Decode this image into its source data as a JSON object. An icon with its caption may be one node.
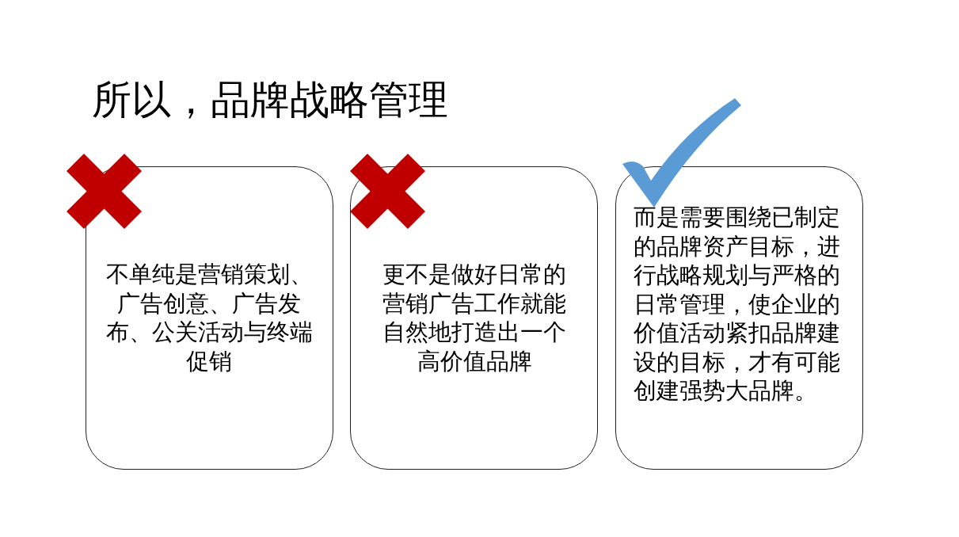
{
  "diagram": {
    "title": "所以，品牌战略管理",
    "nodes": [
      {
        "text": [
          "不单纯是营销策划、广告创意、广告发布、公关活动与终端促销"
        ]
      },
      {
        "text": [
          "更不是做好日常的营销广告工作就能自然地打造出一个高价值品牌"
        ]
      },
      {
        "text": [
          "而是需要围绕已制定的品牌资产目标，进行战略规划与严格的日常管理，使企业的价值活动紧扣品牌建设的目标，才有可能创建强势大品牌。"
        ]
      }
    ]
  }
}
